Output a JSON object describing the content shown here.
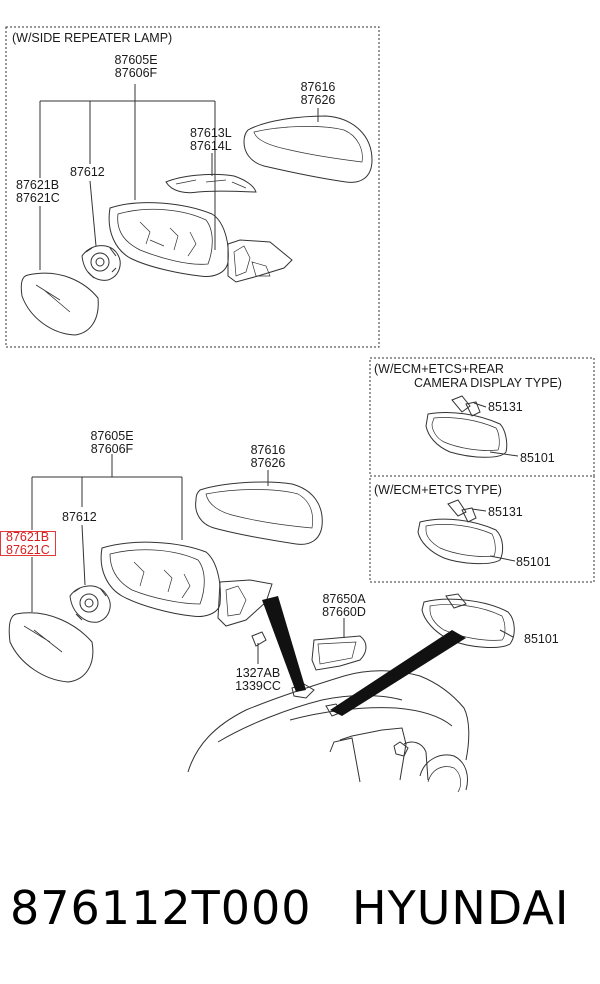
{
  "top_panel": {
    "title": "(W/SIDE REPEATER LAMP)",
    "labels": {
      "housing_a": "87605E",
      "housing_b": "87606F",
      "cover_a": "87616",
      "cover_b": "87626",
      "lamp_a": "87613L",
      "lamp_b": "87614L",
      "actuator": "87612",
      "glass_a": "87621B",
      "glass_b": "87621C"
    }
  },
  "bottom_assembly": {
    "labels": {
      "housing_a": "87605E",
      "housing_b": "87606F",
      "cover_a": "87616",
      "cover_b": "87626",
      "actuator": "87612",
      "glass_a": "87621B",
      "glass_b": "87621C",
      "trim_a": "87650A",
      "trim_b": "87660D",
      "screw_a": "1327AB",
      "screw_b": "1339CC"
    }
  },
  "ecm_rear_panel": {
    "title_line1": "(W/ECM+ETCS+REAR",
    "title_line2": "CAMERA DISPLAY TYPE)",
    "part_clip": "85131",
    "part_mirror": "85101"
  },
  "ecm_panel": {
    "title": "(W/ECM+ETCS TYPE)",
    "part_clip": "85131",
    "part_mirror": "85101"
  },
  "inside_mirror": {
    "part": "85101"
  },
  "footer": {
    "part_number": "876112T000",
    "brand": "HYUNDAI"
  },
  "colors": {
    "highlight": "#e03a3a",
    "line": "#333333"
  }
}
